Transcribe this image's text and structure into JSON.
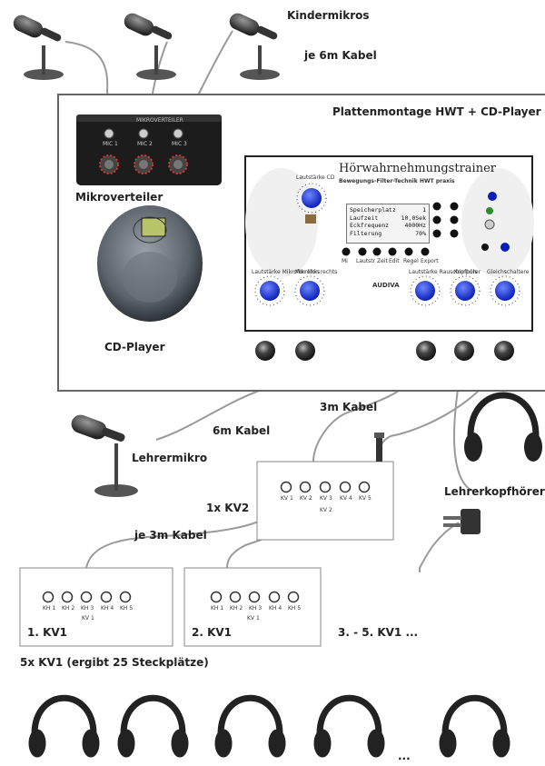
{
  "labels": {
    "kindermikros": "Kindermikros",
    "je6m": "je 6m Kabel",
    "plattenmontage": "Plattenmontage HWT + CD-Player",
    "mikroverteiler": "Mikroverteiler",
    "cdplayer": "CD-Player",
    "kabel6m": "6m Kabel",
    "kabel3m": "3m Kabel",
    "lehrermikro": "Lehrermikro",
    "lehrerkopfhoerer": "Lehrerkopfhörer",
    "kv2": "1x KV2",
    "je3m": "je 3m Kabel",
    "kv1_1": "1. KV1",
    "kv1_2": "2. KV1",
    "kv1_rest": "3. - 5. KV1 ...",
    "kv1_summary": "5x KV1 (ergibt 25 Steckplätze)",
    "ellipsis": "..."
  },
  "hwt": {
    "title": "Hörwahrnehmungstrainer",
    "subtitle": "Bewegungs-Filter-Technik",
    "badge": "HWT praxis",
    "brand": "AUDIVA",
    "lcd": [
      {
        "k": "Speicherplatz",
        "v": "1"
      },
      {
        "k": "Laufzeit",
        "v": "10,0Sek"
      },
      {
        "k": "Eckfrequenz",
        "v": "4000Hz"
      },
      {
        "k": "Filterung",
        "v": "70%"
      }
    ],
    "knob_labels": [
      "Lautstärke CD",
      "Lautstärke Mikrofon links",
      "Mikrofon rechts",
      "Lautstärke Rauschimpuls",
      "Kopfhörer",
      "Gleichschaltere"
    ],
    "button_labels": [
      "Mi",
      "Lautstr Zeit",
      "Edit",
      "Regel",
      "Export"
    ]
  },
  "mv": {
    "title": "MIKROVERTEILER",
    "ports": [
      "MIC 1",
      "MIC 2",
      "MIC 3"
    ]
  },
  "kv2": {
    "name": "KV 2",
    "ports": [
      "KV 1",
      "KV 2",
      "KV 3",
      "KV 4",
      "KV 5"
    ]
  },
  "kv1": {
    "name": "KV 1",
    "ports": [
      "KH 1",
      "KH 2",
      "KH 3",
      "KH 4",
      "KH 5"
    ]
  }
}
